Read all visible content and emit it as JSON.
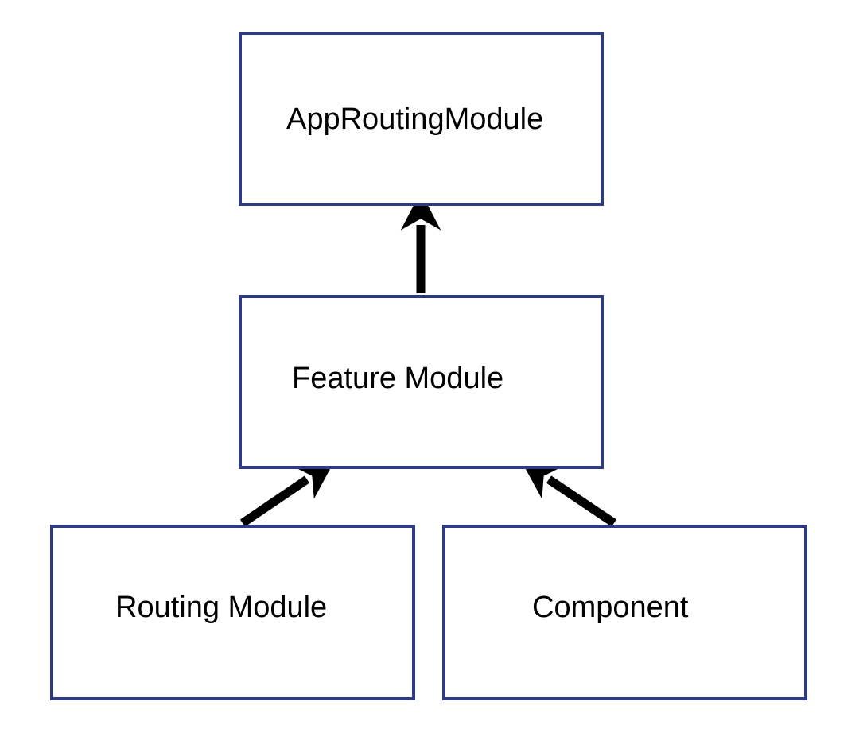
{
  "diagram": {
    "nodes": {
      "app_routing_module": {
        "label": "AppRoutingModule"
      },
      "feature_module": {
        "label": "Feature Module"
      },
      "routing_module": {
        "label": "Routing Module"
      },
      "component": {
        "label": "Component"
      }
    },
    "edges": [
      {
        "from": "feature_module",
        "to": "app_routing_module"
      },
      {
        "from": "routing_module",
        "to": "feature_module"
      },
      {
        "from": "component",
        "to": "feature_module"
      }
    ],
    "colors": {
      "node_border": "#2e3a82",
      "arrow": "#000000",
      "text": "#000000",
      "background": "#ffffff"
    }
  }
}
